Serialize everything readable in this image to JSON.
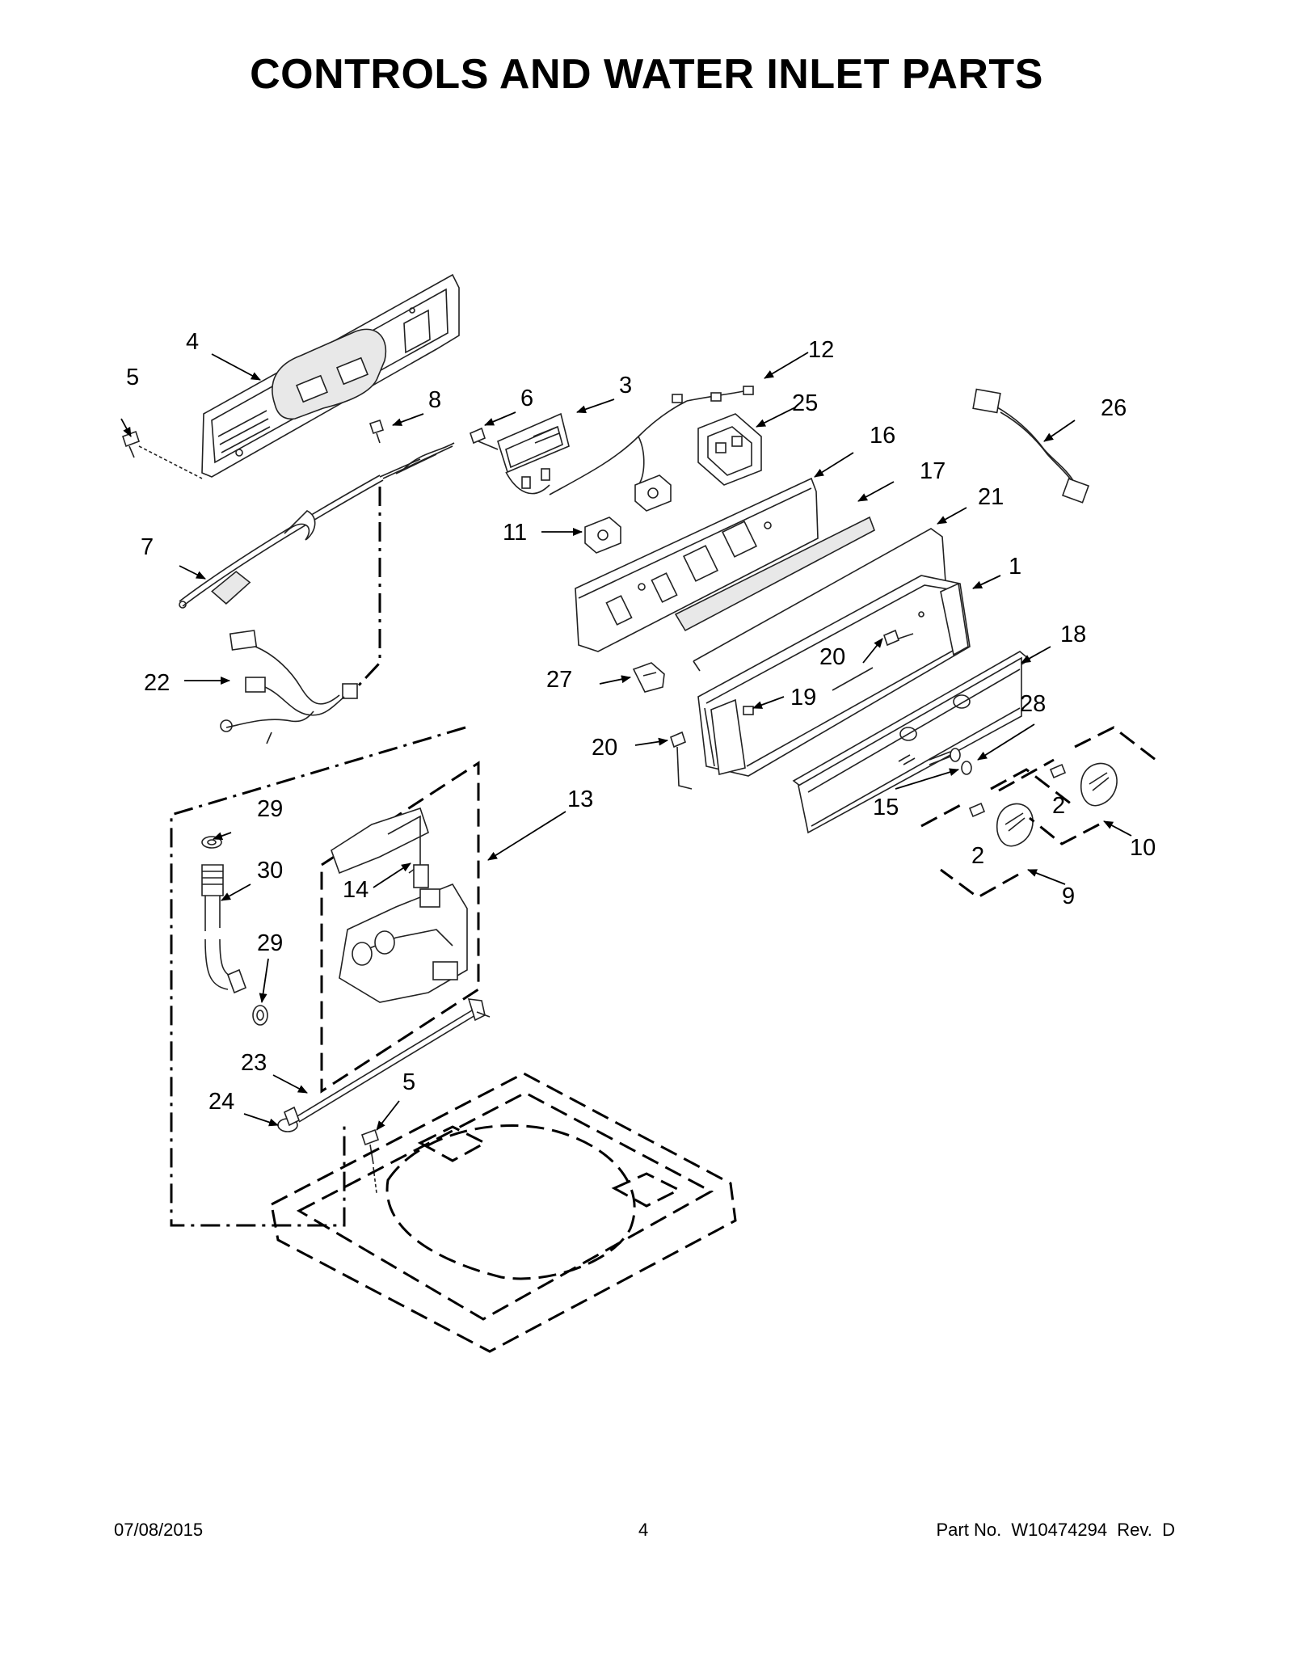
{
  "title": "CONTROLS AND WATER INLET PARTS",
  "footer": {
    "date": "07/08/2015",
    "page": "4",
    "part_number": "Part No.  W10474294  Rev.  D"
  },
  "callouts": {
    "c1": "1",
    "c2a": "2",
    "c2b": "2",
    "c3": "3",
    "c4": "4",
    "c5a": "5",
    "c5b": "5",
    "c6": "6",
    "c7": "7",
    "c8": "8",
    "c9": "9",
    "c10": "10",
    "c11": "11",
    "c12": "12",
    "c13": "13",
    "c14": "14",
    "c15": "15",
    "c16": "16",
    "c17": "17",
    "c18": "18",
    "c19": "19",
    "c20a": "20",
    "c20b": "20",
    "c21": "21",
    "c22": "22",
    "c23": "23",
    "c24": "24",
    "c25": "25",
    "c26": "26",
    "c27": "27",
    "c28": "28",
    "c29a": "29",
    "c29b": "29",
    "c30": "30"
  }
}
